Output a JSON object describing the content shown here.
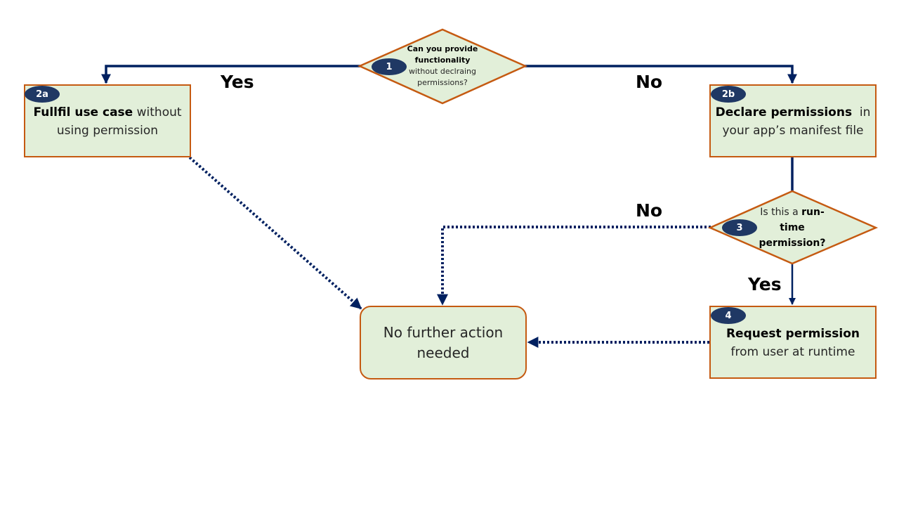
{
  "diagram": {
    "decision_1": {
      "badge": "1",
      "line1": "Can you provide",
      "line2": "functionality",
      "line3": "without declraing",
      "line4": "permissions?"
    },
    "box_2a": {
      "badge": "2a",
      "bold": "Fullfil use case",
      "rest1": " without",
      "rest2": "using permission"
    },
    "box_2b": {
      "badge": "2b",
      "bold": "Declare permissions",
      "rest1": "  in",
      "rest2": "your app’s manifest file"
    },
    "decision_3": {
      "badge": "3",
      "line1_pre": "Is this a ",
      "line1_bold": "run-",
      "line2": "time",
      "line3": "permission?"
    },
    "box_4": {
      "badge": "4",
      "bold": "Request permission",
      "rest": "from user at runtime"
    },
    "end_box": {
      "line1": "No further action",
      "line2": "needed"
    },
    "labels": {
      "yes_left": "Yes",
      "no_right": "No",
      "no_mid": "No",
      "yes_bottom": "Yes"
    },
    "colors": {
      "connector": "#002060",
      "fill": "#e2efd9",
      "border": "#c55a11",
      "badge": "#1f3864"
    }
  }
}
